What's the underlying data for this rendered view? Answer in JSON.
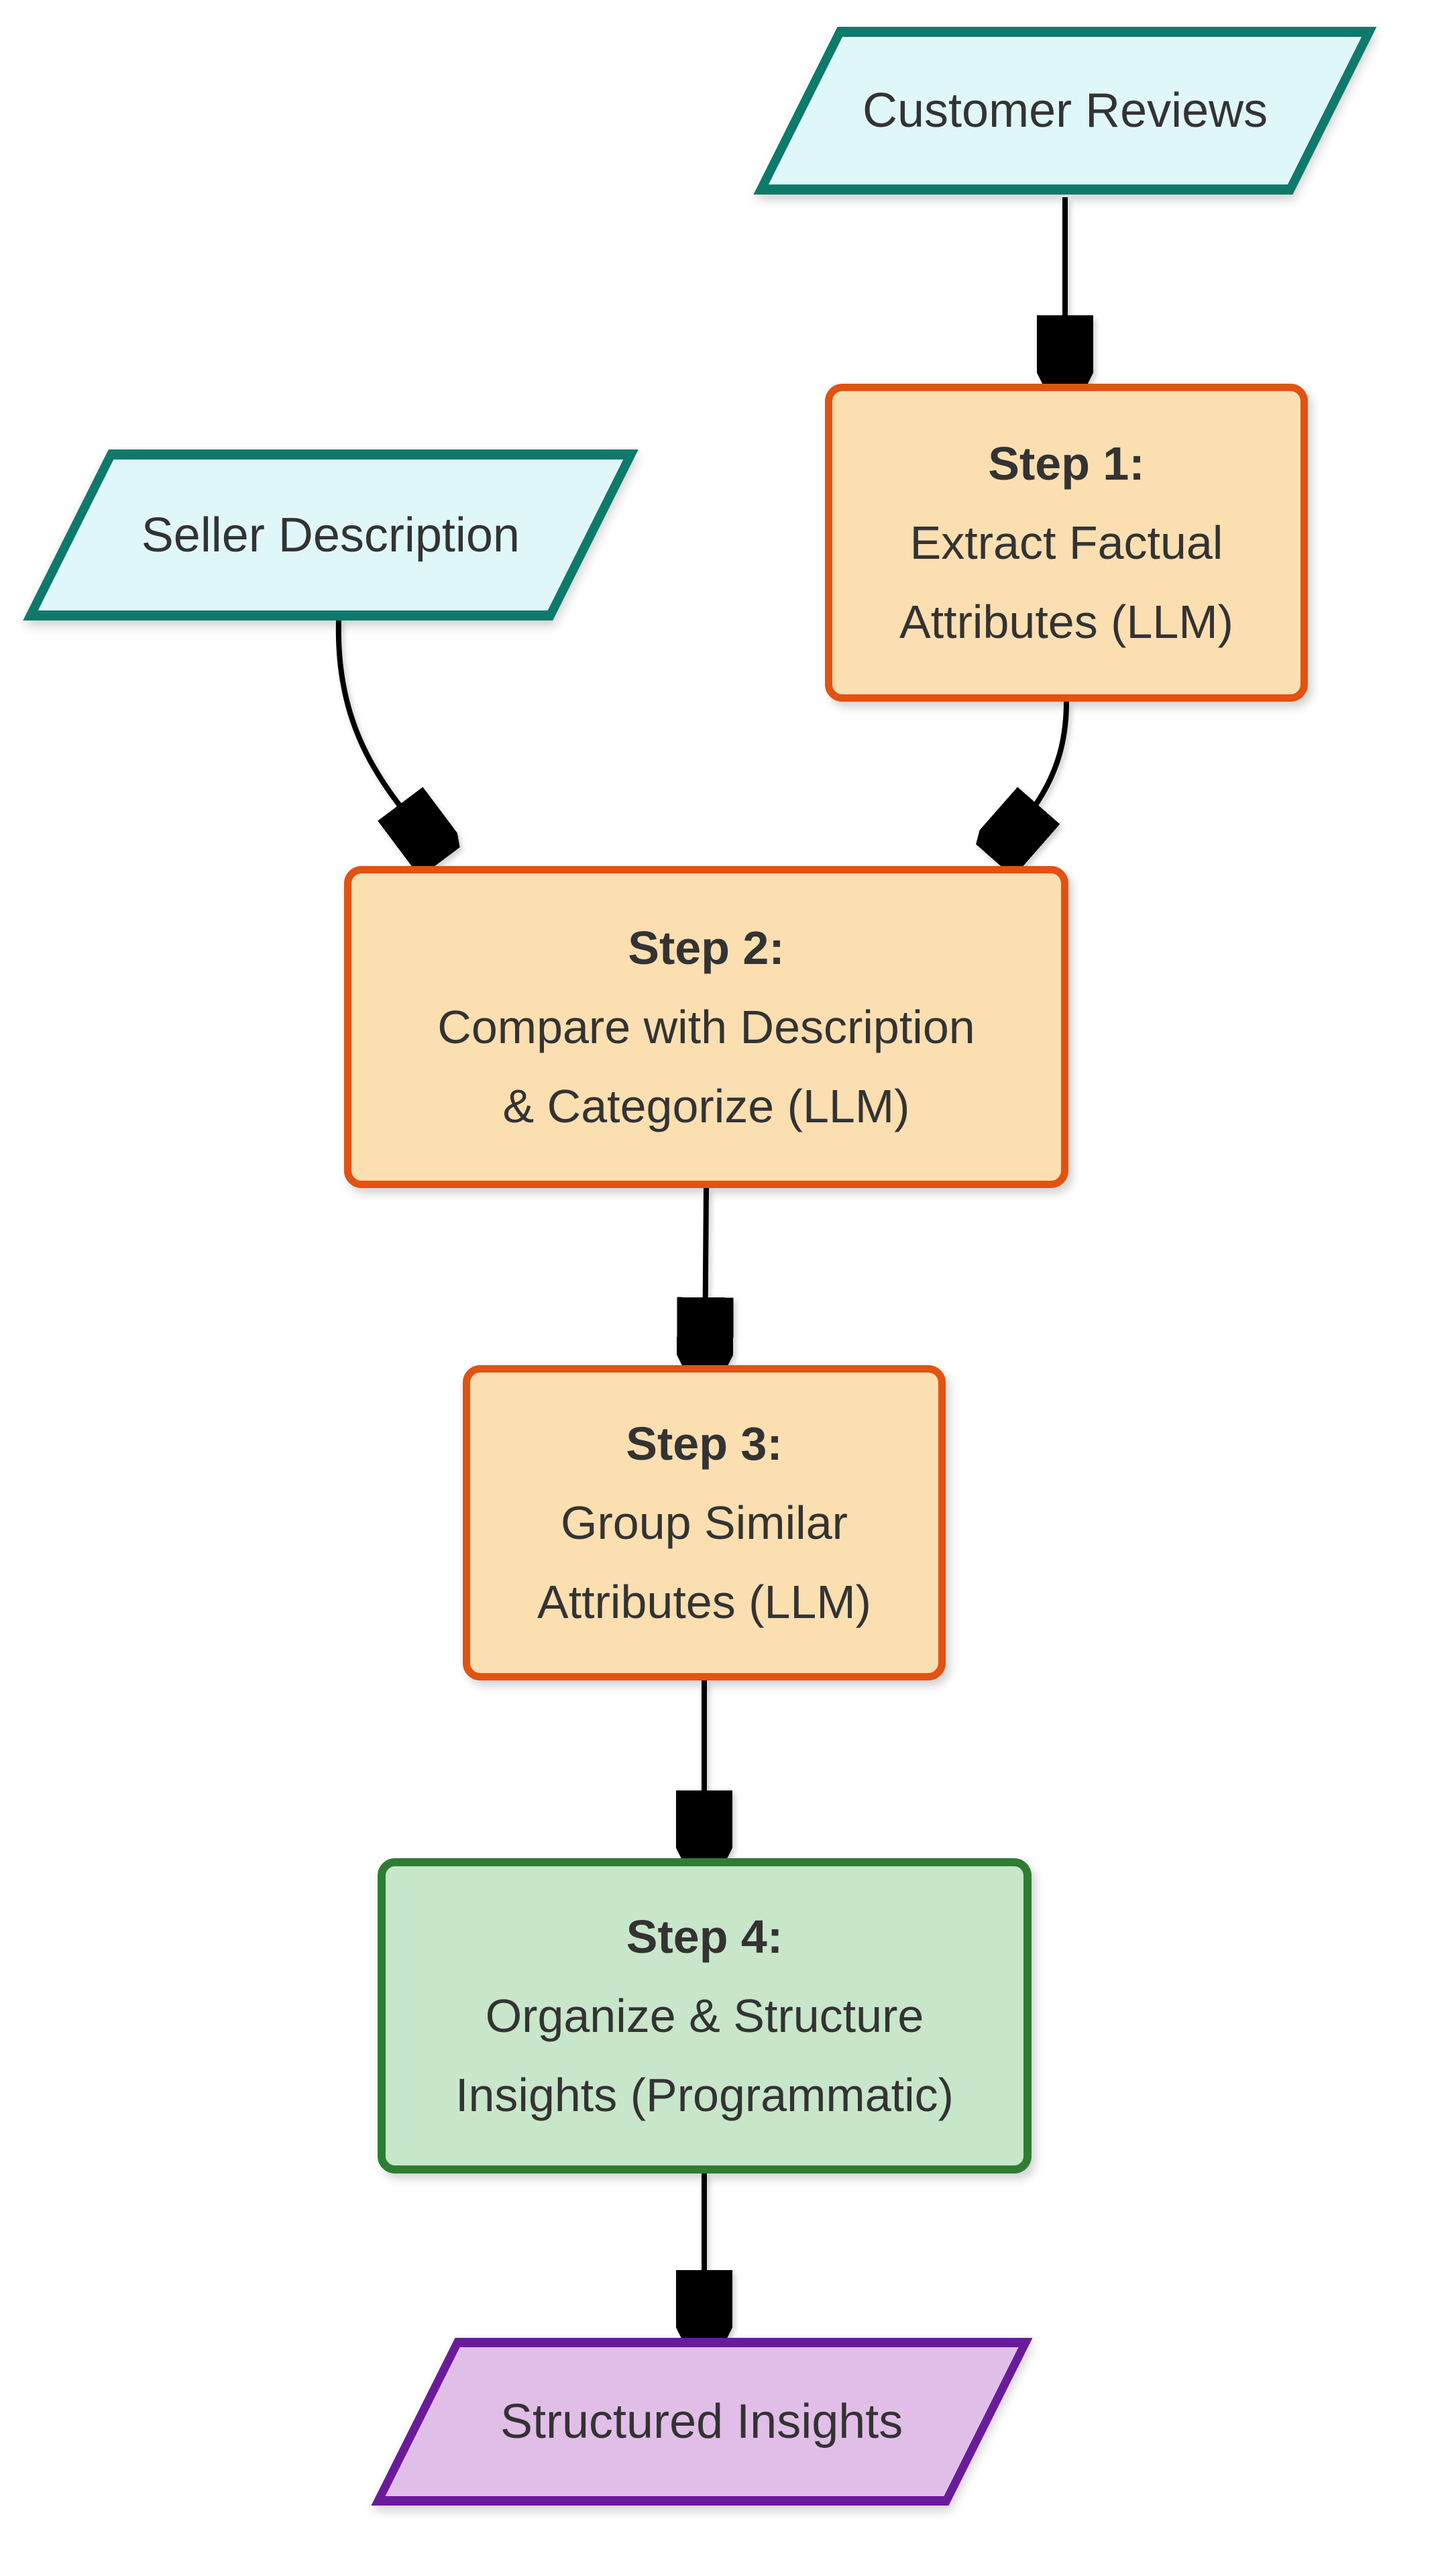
{
  "diagram": {
    "type": "flowchart",
    "direction": "top-down",
    "background": "#FFFFFF",
    "nodes": {
      "customer_reviews": {
        "shape": "parallelogram",
        "role": "input",
        "label": "Customer Reviews",
        "fill": "#E0F7FA",
        "border": "#0E7A6B"
      },
      "step1": {
        "shape": "rounded-rectangle",
        "role": "llm-process",
        "title": "Step 1:",
        "line1": "Extract Factual",
        "line2": "Attributes (LLM)",
        "fill": "#FBDFB1",
        "border": "#E25211"
      },
      "seller_description": {
        "shape": "parallelogram",
        "role": "input",
        "label": "Seller Description",
        "fill": "#E0F7FA",
        "border": "#0E7A6B"
      },
      "step2": {
        "shape": "rounded-rectangle",
        "role": "llm-process",
        "title": "Step 2:",
        "line1": "Compare with Description",
        "line2": "& Categorize (LLM)",
        "fill": "#FBDFB1",
        "border": "#E25211"
      },
      "step3": {
        "shape": "rounded-rectangle",
        "role": "llm-process",
        "title": "Step 3:",
        "line1": "Group Similar",
        "line2": "Attributes (LLM)",
        "fill": "#FBDFB1",
        "border": "#E25211"
      },
      "step4": {
        "shape": "rounded-rectangle",
        "role": "programmatic-process",
        "title": "Step 4:",
        "line1": "Organize & Structure",
        "line2": "Insights (Programmatic)",
        "fill": "#C8E6C9",
        "border": "#2E7D32"
      },
      "structured_insights": {
        "shape": "parallelogram",
        "role": "output",
        "label": "Structured Insights",
        "fill": "#E1BEE7",
        "border": "#6A1B9A"
      }
    },
    "edges": [
      {
        "from": "customer_reviews",
        "to": "step1"
      },
      {
        "from": "seller_description",
        "to": "step2"
      },
      {
        "from": "step1",
        "to": "step2"
      },
      {
        "from": "step2",
        "to": "step3"
      },
      {
        "from": "step3",
        "to": "step4"
      },
      {
        "from": "step4",
        "to": "structured_insights"
      }
    ],
    "colors": {
      "text": "#333333",
      "arrow": "#000000",
      "input_fill": "#E0F7FA",
      "input_border": "#0E7A6B",
      "llm_step_fill": "#FBDFB1",
      "llm_step_border": "#E25211",
      "programmatic_step_fill": "#C8E6C9",
      "programmatic_step_border": "#2E7D32",
      "output_fill": "#E1BEE7",
      "output_border": "#6A1B9A"
    }
  }
}
